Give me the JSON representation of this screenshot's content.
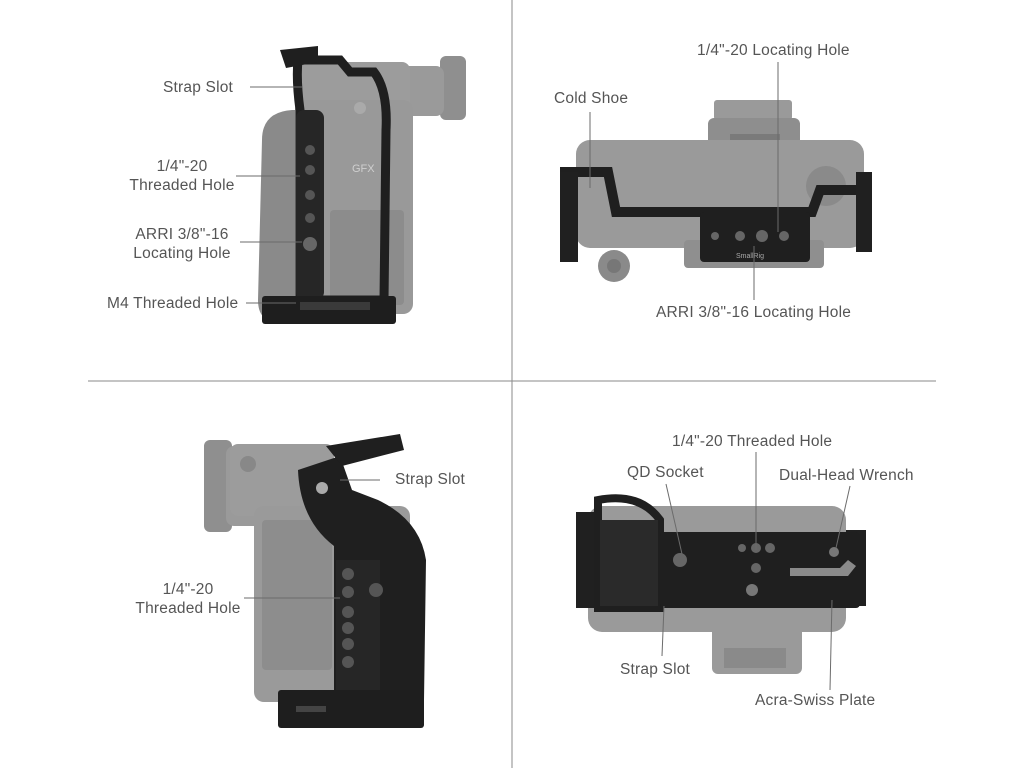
{
  "colors": {
    "background": "#ffffff",
    "divider": "#8a8a8a",
    "leader_line": "#6b6b6b",
    "label_text": "#555555",
    "camera_body": "#8f8f8f",
    "camera_shade": "#6f6f6f",
    "cage_black": "#1f1f1f"
  },
  "panels": {
    "top_left": {
      "camera_badge": "GFX",
      "labels": {
        "strap_slot": "Strap Slot",
        "threaded_hole_line1": "1/4\"-20",
        "threaded_hole_line2": "Threaded Hole",
        "arri_line1": "ARRI 3/8\"-16",
        "arri_line2": "Locating Hole",
        "m4_hole": "M4 Threaded Hole"
      }
    },
    "top_right": {
      "cage_brand": "SmallRig",
      "labels": {
        "locating_hole": "1/4\"-20 Locating Hole",
        "cold_shoe": "Cold Shoe",
        "arri_hole": "ARRI 3/8\"-16 Locating Hole"
      }
    },
    "bottom_left": {
      "labels": {
        "strap_slot": "Strap Slot",
        "threaded_hole_line1": "1/4\"-20",
        "threaded_hole_line2": "Threaded Hole"
      }
    },
    "bottom_right": {
      "labels": {
        "threaded_hole": "1/4\"-20 Threaded Hole",
        "qd_socket": "QD Socket",
        "dual_head_wrench": "Dual-Head Wrench",
        "strap_slot": "Strap Slot",
        "acra_swiss_plate": "Acra-Swiss Plate"
      }
    }
  }
}
